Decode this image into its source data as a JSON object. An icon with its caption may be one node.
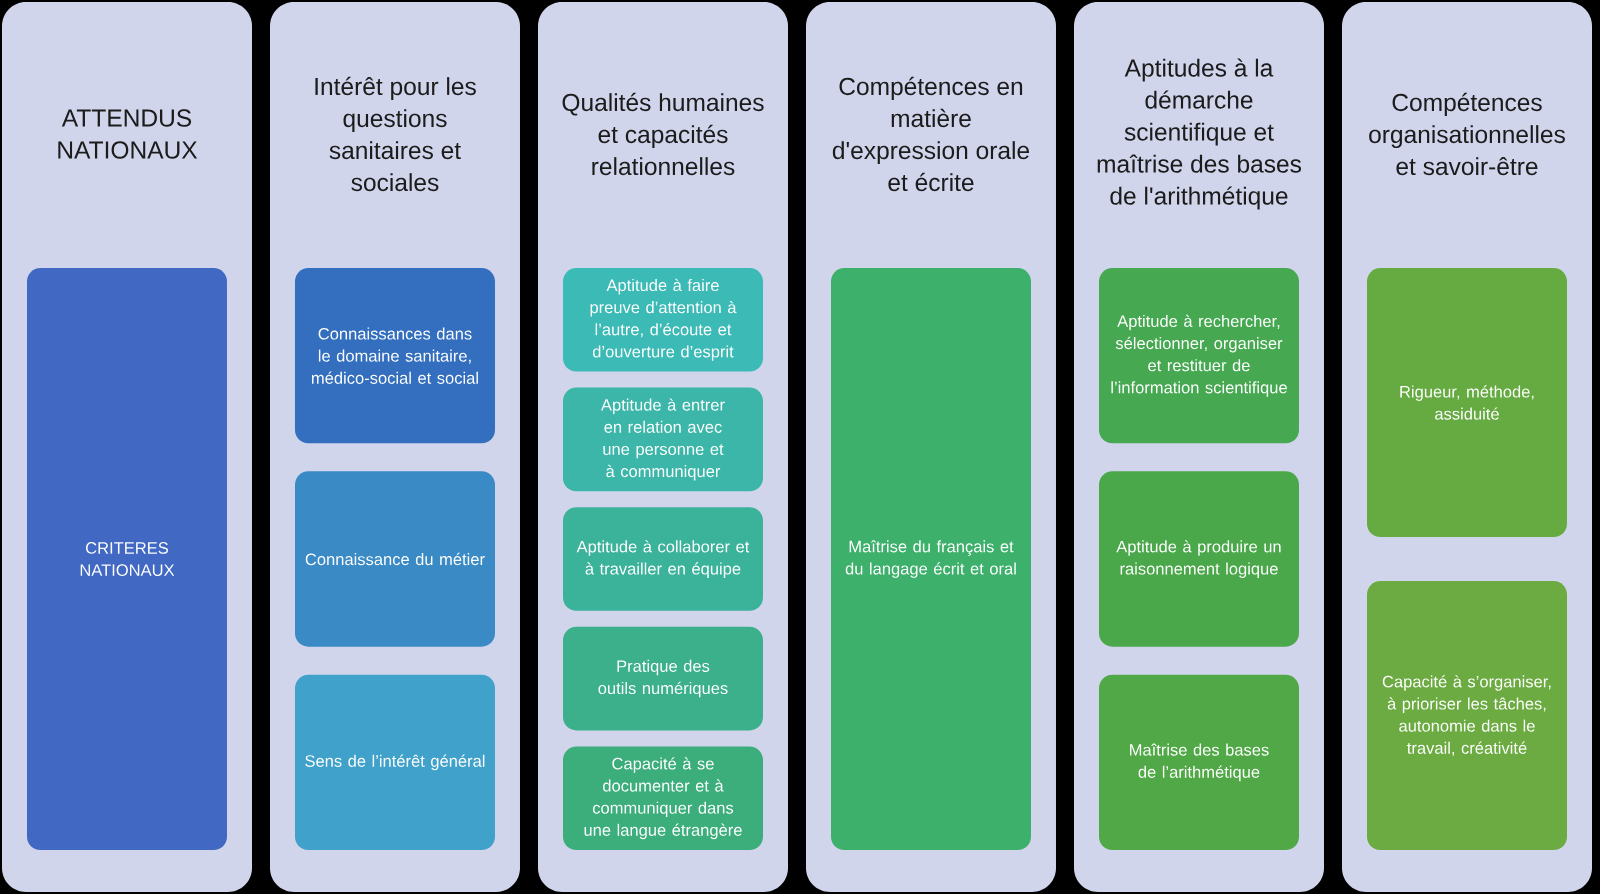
{
  "diagram": {
    "nodes": [
      {
        "text": [
          "ATTENDUS NATIONAUX"
        ]
      },
      {
        "text": [
          "CRITERES NATIONAUX"
        ],
        "in": 0
      },
      {
        "text": [
          "Intérêt pour les questions sanitaires et sociales"
        ]
      },
      {
        "text": [
          "Connaissances dans le domaine sanitaire, médico-social et social"
        ],
        "in": 2
      },
      {
        "text": [
          "Connaissance du métier"
        ],
        "in": 2
      },
      {
        "text": [
          "Sens de l’intérêt général"
        ],
        "in": 2
      },
      {
        "text": [
          "Qualités humaines et capacités relationnelles"
        ]
      },
      {
        "text": [
          "Aptitude à faire preuve d’attention à l’autre, d’écoute et d’ouverture d’esprit"
        ],
        "in": 6
      },
      {
        "text": [
          "Aptitude à entrer en relation avec une personne et à communiquer"
        ],
        "in": 6
      },
      {
        "text": [
          "Aptitude à collaborer et à travailler en équipe"
        ],
        "in": 6
      },
      {
        "text": [
          "Pratique des outils numériques"
        ],
        "in": 6
      },
      {
        "text": [
          "Capacité à se documenter et à communiquer dans une langue étrangère"
        ],
        "in": 6
      },
      {
        "text": [
          "Compétences en matière d'expression orale et écrite"
        ]
      },
      {
        "text": [
          "Maîtrise du français et du langage écrit et oral"
        ],
        "in": 12
      },
      {
        "text": [
          "Aptitudes à la démarche scientifique et maîtrise des bases de l'arithmétique"
        ]
      },
      {
        "text": [
          "Aptitude à rechercher, sélectionner, organiser et restituer de l’information scientifique"
        ],
        "in": 14
      },
      {
        "text": [
          "Aptitude à produire un raisonnement logique"
        ],
        "in": 14
      },
      {
        "text": [
          "Maîtrise des bases de l’arithmétique"
        ],
        "in": 14
      },
      {
        "text": [
          "Compétences organisationnelles et savoir-être"
        ]
      },
      {
        "text": [
          "Rigueur, méthode, assiduité"
        ],
        "in": 18
      },
      {
        "text": [
          "Capacité à s’organiser, à prioriser les tâches, autonomie dans le travail, créativité"
        ],
        "in": 18
      }
    ]
  }
}
